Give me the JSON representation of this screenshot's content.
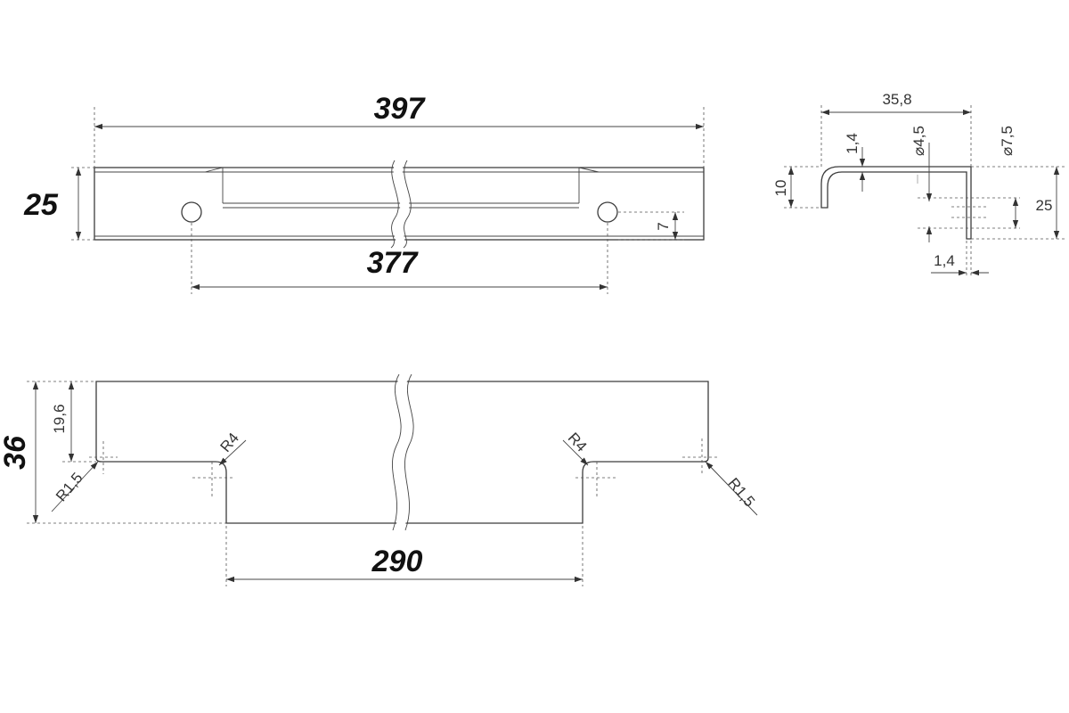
{
  "colors": {
    "line": "#3c3c3c",
    "text": "#111111",
    "background": "#ffffff"
  },
  "front_view": {
    "overall_length": "397",
    "hole_spacing": "377",
    "height": "25",
    "hole_offset": "7"
  },
  "profile_view": {
    "width": "35,8",
    "thickness_top": "1,4",
    "thickness_side": "1,4",
    "flange_depth": "10",
    "hole_diameter_small": "⌀4,5",
    "hole_diameter_large": "⌀7,5",
    "height": "25"
  },
  "cutout_view": {
    "height": "36",
    "step_height": "19,6",
    "bottom_length": "290",
    "radius_left_outer": "R1,5",
    "radius_left_inner": "R4",
    "radius_right_inner": "R4",
    "radius_right_outer": "R1,5"
  }
}
